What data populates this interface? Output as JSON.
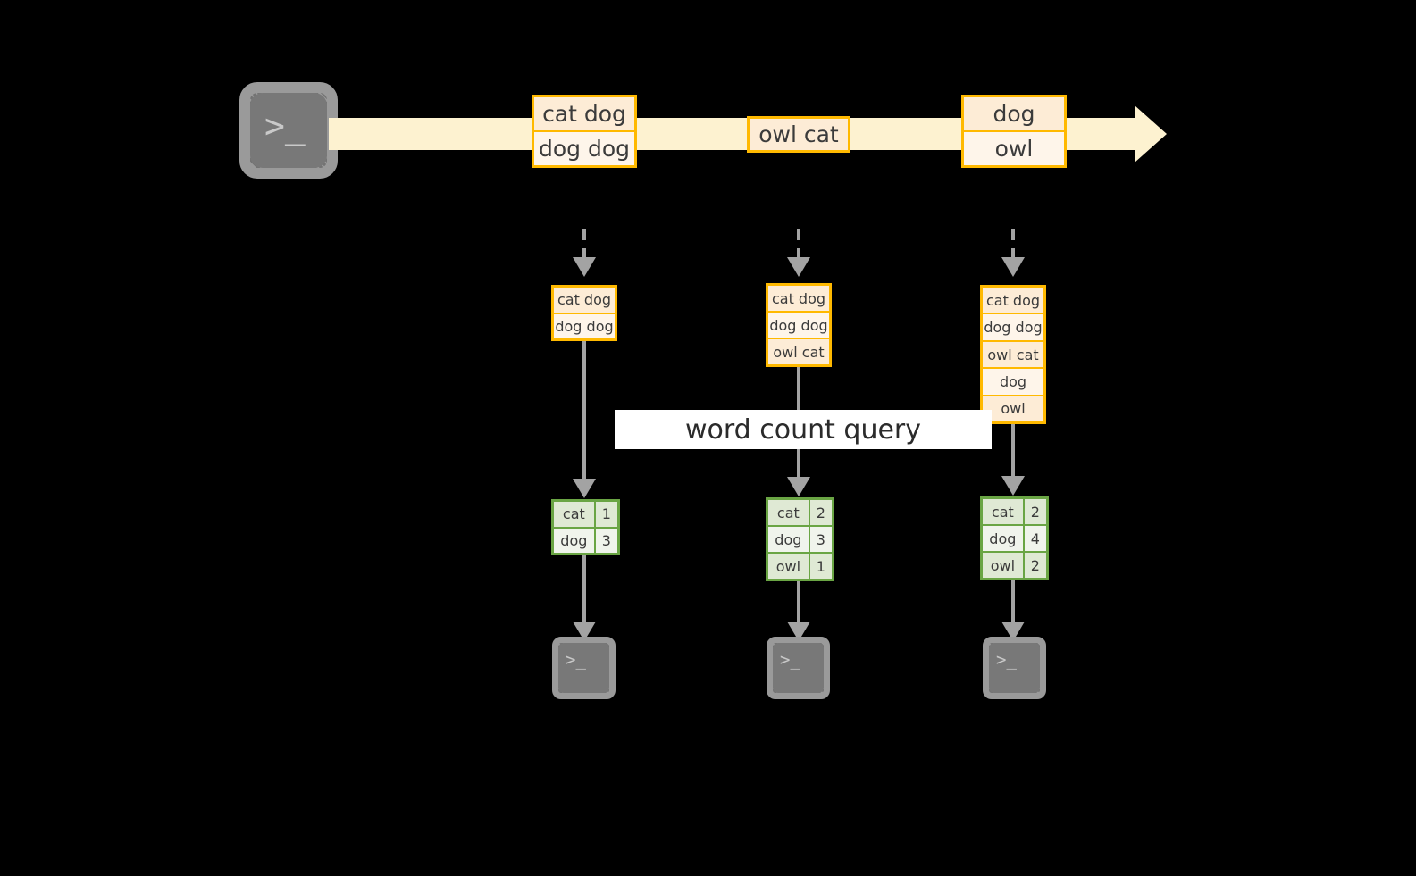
{
  "diagram": {
    "title": "Structured Streaming word count micro-batch diagram",
    "colors": {
      "background": "#000000",
      "band_fill": "#fdf2d0",
      "message_border": "#ffb900",
      "message_fill": "#fdecd6",
      "message_fill_alt": "#fef5ea",
      "result_border": "#6aa544",
      "result_fill": "#dfe9d4",
      "result_fill_alt": "#f0f4ec",
      "arrow_gray": "#a3a3a3",
      "terminal_gray": "#787878",
      "label_background": "#ffffff"
    }
  },
  "source": {
    "icon": "terminal-icon",
    "prompt": ">_"
  },
  "stream": {
    "arrow": "stream-arrow-right",
    "events": [
      {
        "name": "event-group-1",
        "lines": [
          {
            "text": "cat dog",
            "shade": "dark"
          },
          {
            "text": "dog dog",
            "shade": "light"
          }
        ]
      },
      {
        "name": "event-group-2",
        "lines": [
          {
            "text": "owl cat",
            "shade": "dark"
          }
        ]
      },
      {
        "name": "event-group-3",
        "lines": [
          {
            "text": "dog",
            "shade": "dark"
          },
          {
            "text": "owl",
            "shade": "light"
          }
        ]
      }
    ]
  },
  "query": {
    "label": "word count query"
  },
  "micro_batches": [
    {
      "name": "input-table-batch-1",
      "rows": [
        {
          "text": "cat dog",
          "shade": "dark"
        },
        {
          "text": "dog dog",
          "shade": "light"
        }
      ],
      "result": {
        "name": "result-table-batch-1",
        "rows": [
          {
            "word": "cat",
            "count": "1",
            "shade": "dark"
          },
          {
            "word": "dog",
            "count": "3",
            "shade": "light"
          }
        ]
      },
      "sink": {
        "icon": "terminal-icon",
        "prompt": ">_"
      }
    },
    {
      "name": "input-table-batch-2",
      "rows": [
        {
          "text": "cat dog",
          "shade": "dark"
        },
        {
          "text": "dog dog",
          "shade": "light"
        },
        {
          "text": "owl cat",
          "shade": "dark"
        }
      ],
      "result": {
        "name": "result-table-batch-2",
        "rows": [
          {
            "word": "cat",
            "count": "2",
            "shade": "dark"
          },
          {
            "word": "dog",
            "count": "3",
            "shade": "light"
          },
          {
            "word": "owl",
            "count": "1",
            "shade": "dark"
          }
        ]
      },
      "sink": {
        "icon": "terminal-icon",
        "prompt": ">_"
      }
    },
    {
      "name": "input-table-batch-3",
      "rows": [
        {
          "text": "cat dog",
          "shade": "dark"
        },
        {
          "text": "dog dog",
          "shade": "light"
        },
        {
          "text": "owl cat",
          "shade": "dark"
        },
        {
          "text": "dog",
          "shade": "light"
        },
        {
          "text": "owl",
          "shade": "dark"
        }
      ],
      "result": {
        "name": "result-table-batch-3",
        "rows": [
          {
            "word": "cat",
            "count": "2",
            "shade": "dark"
          },
          {
            "word": "dog",
            "count": "4",
            "shade": "light"
          },
          {
            "word": "owl",
            "count": "2",
            "shade": "dark"
          }
        ]
      },
      "sink": {
        "icon": "terminal-icon",
        "prompt": ">_"
      }
    }
  ]
}
